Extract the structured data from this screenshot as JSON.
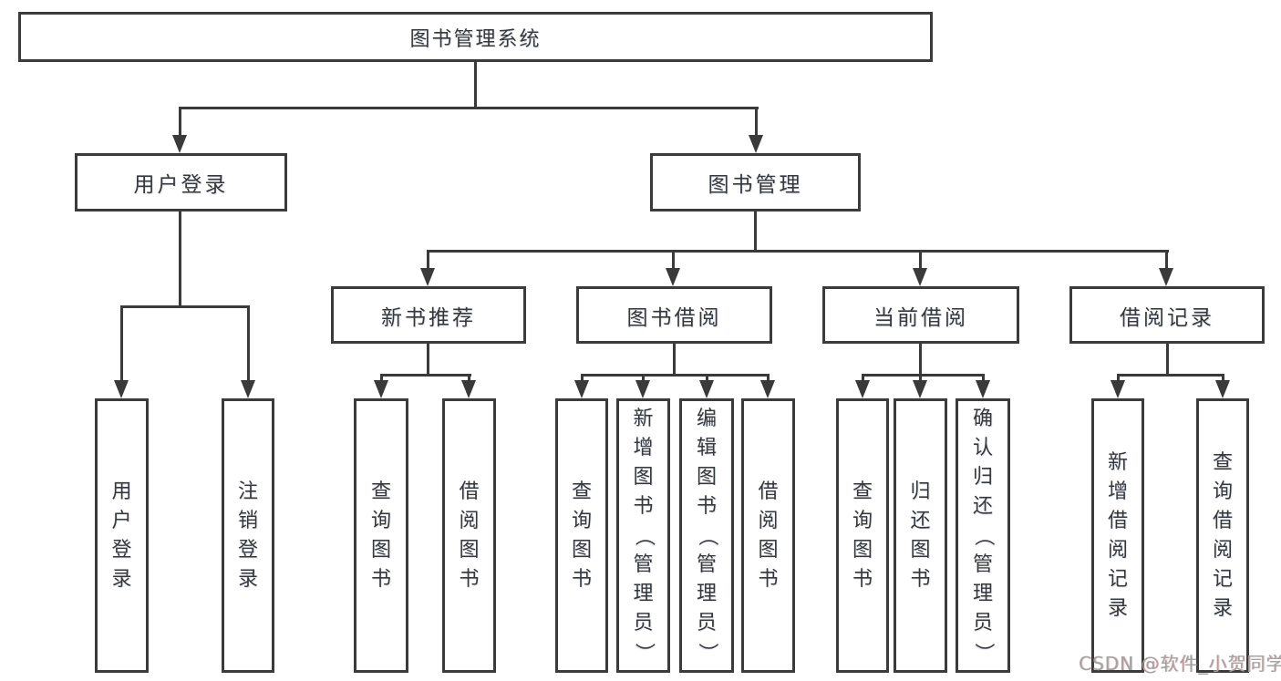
{
  "diagram": {
    "root": {
      "label": "图书管理系统"
    },
    "level2": [
      {
        "label": "用户登录"
      },
      {
        "label": "图书管理"
      }
    ],
    "level3": [
      {
        "label": "新书推荐"
      },
      {
        "label": "图书借阅"
      },
      {
        "label": "当前借阅"
      },
      {
        "label": "借阅记录"
      }
    ],
    "leaves": {
      "user_login": [
        "用户登录",
        "注销登录"
      ],
      "new_book_rec": [
        "查询图书",
        "借阅图书"
      ],
      "book_borrow": [
        "查询图书",
        "新增图书（管理员）",
        "编辑图书（管理员）",
        "借阅图书"
      ],
      "current_borrow": [
        "查询图书",
        "归还图书",
        "确认归还（管理员）"
      ],
      "borrow_record": [
        "新增借阅记录",
        "查询借阅记录"
      ]
    }
  },
  "colors": {
    "line": "#3a3a3a",
    "text": "#383838",
    "watermark": "#a3a3a3"
  },
  "watermark": {
    "text": "CSDN @软件_小贺同学"
  }
}
